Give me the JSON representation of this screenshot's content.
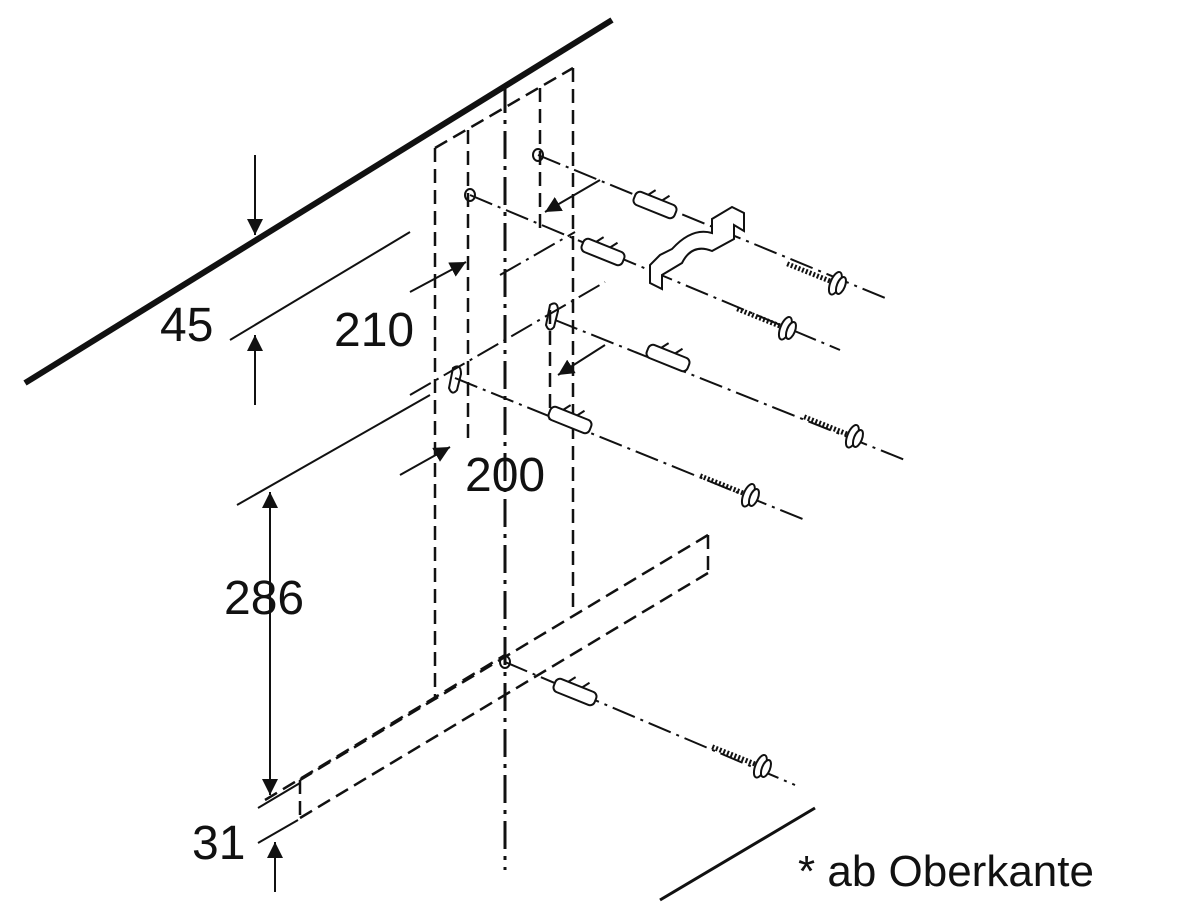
{
  "dimensions": {
    "top_offset": "45",
    "hole_spacing_upper": "210",
    "hole_spacing_lower": "200",
    "vertical_distance": "286",
    "bottom_offset": "31"
  },
  "note": "* ab Oberkante",
  "colors": {
    "line": "#111111",
    "background": "#ffffff"
  }
}
